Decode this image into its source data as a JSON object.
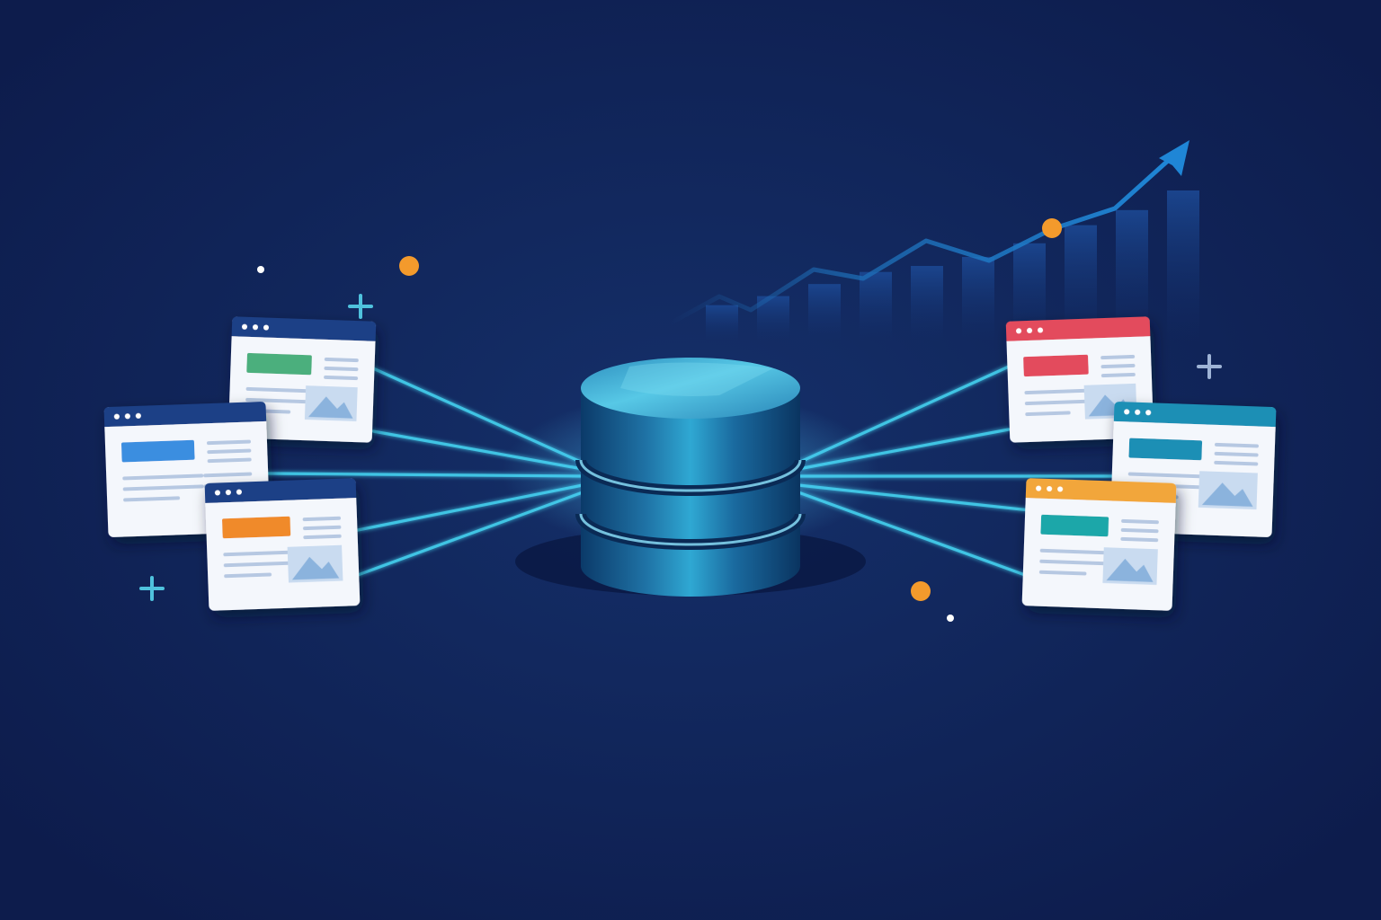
{
  "colors": {
    "background": "#0f1f50",
    "background_center": "#13295e",
    "connector_line": "#3fc4e4",
    "database_top": "#49bfdf",
    "database_body_light": "#2f9bc7",
    "database_body_dark": "#0c3f70",
    "trend_line": "#1e6fb8",
    "trend_bars": "#1a3c80",
    "accent_dot": "#f39a2c",
    "plus_sign": "#4fc2dd",
    "window_body": "#f4f7fc",
    "window_line": "#b6c8e2",
    "window_image": "#8bb3dd"
  },
  "icons": {
    "database": "database-icon",
    "windows": "browser-window-icon",
    "trend": "trend-up-arrow-icon",
    "sparkle": "plus-icon"
  },
  "windows_left": [
    {
      "name": "left-window-top",
      "title_bar": "#1c3f86",
      "block": "#4caf7d"
    },
    {
      "name": "left-window-middle",
      "title_bar": "#1c3f86",
      "block": "#3b8ee0"
    },
    {
      "name": "left-window-bottom",
      "title_bar": "#1c3f86",
      "block": "#f08a2b"
    }
  ],
  "windows_right": [
    {
      "name": "right-window-top",
      "title_bar": "#e34b5d",
      "block": "#e34b5d"
    },
    {
      "name": "right-window-middle",
      "title_bar": "#1b8fb5",
      "block": "#1b8fb5"
    },
    {
      "name": "right-window-bottom",
      "title_bar": "#f2a63b",
      "block": "#1ba7a9"
    }
  ],
  "trend": {
    "bar_levels": [
      0.24,
      0.3,
      0.38,
      0.46,
      0.5,
      0.56,
      0.65,
      0.77,
      0.87,
      1.0
    ],
    "line_direction": "up"
  }
}
